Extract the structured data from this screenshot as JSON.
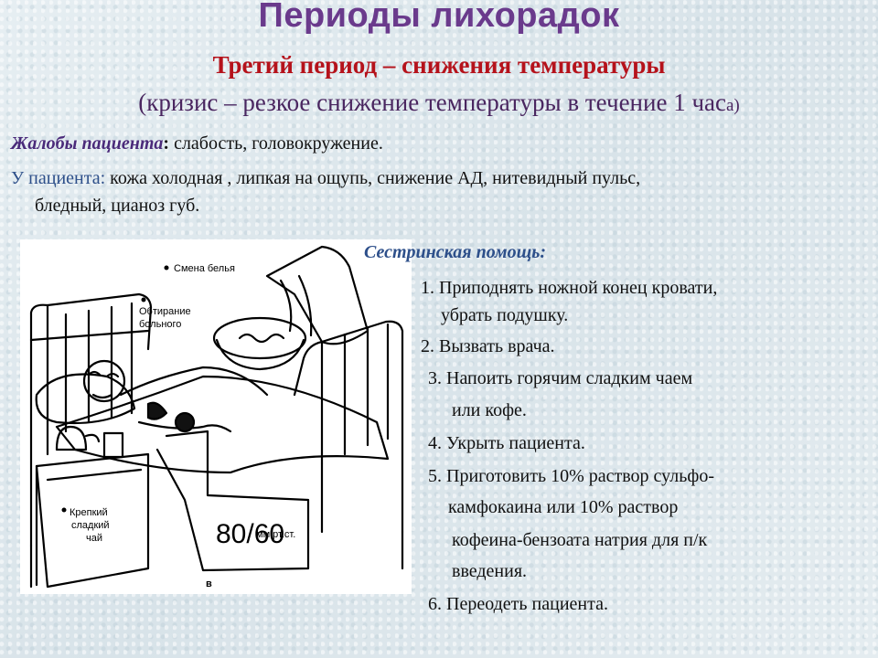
{
  "title": "Периоды лихорадок",
  "subtitle": "Третий  период – снижения температуры",
  "crisis": {
    "main": "(кризис – резкое снижение температуры в течение 1 час",
    "tail": "а)"
  },
  "complaints": {
    "label": "Жалобы пациента",
    "colon": ":",
    "text": " слабость, головокружение."
  },
  "patient": {
    "label": "У пациента:",
    "text1": " кожа холодная , липкая на ощупь, снижение АД, нитевидный пульс,",
    "text2": "бледный, цианоз губ."
  },
  "figure": {
    "label_linen": "Смена белья",
    "label_wipe1": "Обтирание",
    "label_wipe2": "больного",
    "label_tea1": "Крепкий",
    "label_tea2": "сладкий",
    "label_tea3": "чай",
    "bp_value": "80/60",
    "bp_unit": "мм рт.ст.",
    "letter": "в"
  },
  "care": {
    "title": "Сестринская помощь:",
    "lines": [
      "1. Приподнять ножной конец кровати,",
      "убрать подушку.",
      "2. Вызвать врача.",
      "3. Напоить горячим сладким чаем",
      "или кофе.",
      "4. Укрыть пациента.",
      "5. Приготовить 10% раствор сульфо-",
      "камфокаина или 10% раствор",
      "кофеина-бензоата натрия для п/к",
      "введения.",
      "6. Переодеть пациента."
    ]
  }
}
